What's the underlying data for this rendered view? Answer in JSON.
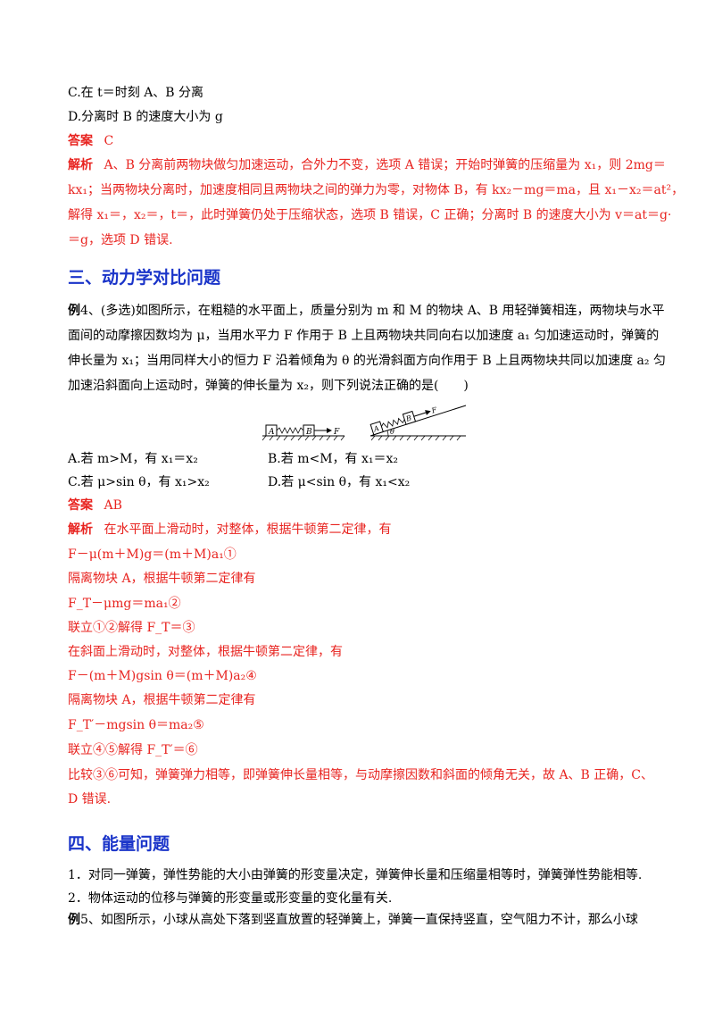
{
  "prev_question": {
    "option_c": "C.在 t＝时刻 A、B 分离",
    "option_d": "D.分离时 B 的速度大小为 g",
    "answer_label": "答案",
    "answer_value": "C",
    "analysis_label": "解析",
    "analysis_lines": [
      "A、B 分离前两物块做匀加速运动，合外力不变，选项 A 错误；开始时弹簧的压缩量为 x₁，则 2mg＝",
      "kx₁；当两物块分离时，加速度相同且两物块之间的弹力为零，对物体 B，有 kx₂－mg＝ma，且 x₁－x₂＝at²，",
      "解得 x₁＝，x₂＝，t＝，此时弹簧仍处于压缩状态，选项 B 错误，C 正确；分离时 B 的速度大小为 v＝at＝g·",
      "＝g，选项 D 错误."
    ]
  },
  "section3": {
    "title": "三、动力学对比问题"
  },
  "example4": {
    "label": "例",
    "stem_lines": [
      "4、(多选)如图所示，在粗糙的水平面上，质量分别为 m 和 M 的物块 A、B 用轻弹簧相连，两物块与水平",
      "面间的动摩擦因数均为 μ，当用水平力 F 作用于 B 上且两物块共同向右以加速度 a₁ 匀加速运动时，弹簧的",
      "伸长量为 x₁；当用同样大小的恒力 F 沿着倾角为 θ 的光滑斜面方向作用于 B 上且两物块共同以加速度 a₂ 匀",
      "加速沿斜面向上运动时，弹簧的伸长量为 x₂，则下列说法正确的是(　　)"
    ],
    "figure_labels": {
      "a": "A",
      "b": "B",
      "f": "F",
      "theta": "θ"
    },
    "options": {
      "a": "A.若 m>M，有 x₁＝x₂",
      "b": "B.若 m<M，有 x₁＝x₂",
      "c": "C.若 μ>sin θ，有 x₁>x₂",
      "d": "D.若 μ<sin θ，有 x₁<x₂"
    },
    "answer_label": "答案",
    "answer_value": "AB",
    "analysis_label": "解析",
    "analysis_lines": [
      "在水平面上滑动时，对整体，根据牛顿第二定律，有",
      "F－μ(m＋M)g＝(m＋M)a₁①",
      "隔离物块 A，根据牛顿第二定律有",
      "F_T－μmg＝ma₁②",
      "联立①②解得 F_T＝③",
      "在斜面上滑动时，对整体，根据牛顿第二定律，有",
      "F－(m＋M)gsin θ＝(m＋M)a₂④",
      "隔离物块 A，根据牛顿第二定律有",
      "F_T′－mgsin θ＝ma₂⑤",
      "联立④⑤解得 F_T′＝⑥",
      "比较③⑥可知，弹簧弹力相等，即弹簧伸长量相等，与动摩擦因数和斜面的倾角无关，故 A、B 正确，C、",
      "D 错误."
    ]
  },
  "section4": {
    "title": "四、能量问题",
    "points": [
      "1．对同一弹簧，弹性势能的大小由弹簧的形变量决定，弹簧伸长量和压缩量相等时，弹簧弹性势能相等.",
      "2．物体运动的位移与弹簧的形变量或形变量的变化量有关."
    ]
  },
  "example5": {
    "label": "例",
    "stem_first_line": "5、如图所示，小球从高处下落到竖直放置的轻弹簧上，弹簧一直保持竖直，空气阻力不计，那么小球"
  }
}
